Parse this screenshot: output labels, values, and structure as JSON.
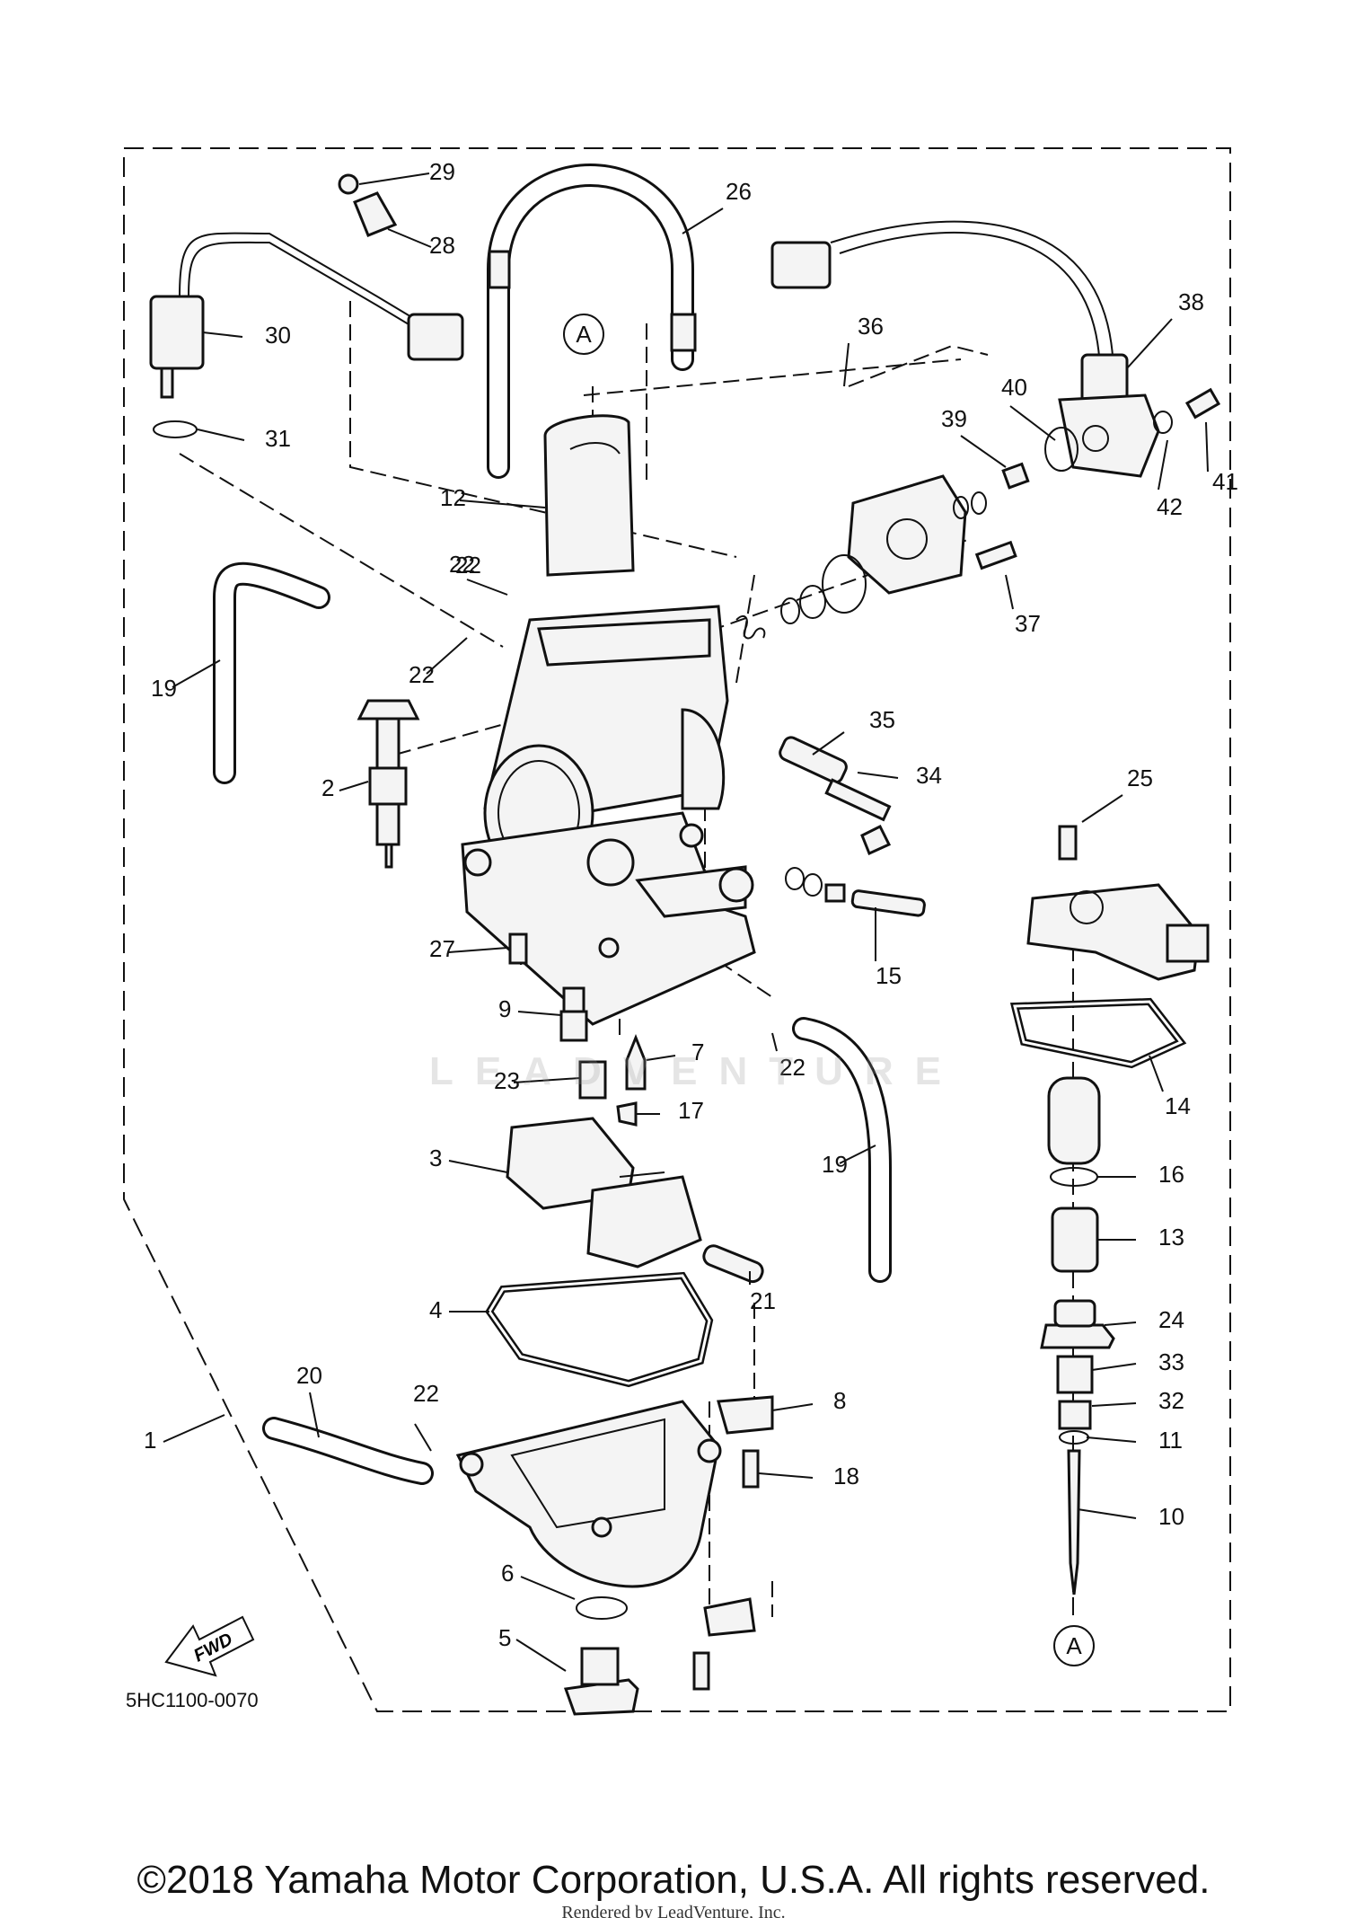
{
  "diagram": {
    "code": "5HC1100-0070",
    "fwd_label": "FWD",
    "ref_marker": "A",
    "watermark": "LEADVENTURE",
    "callouts": [
      "1",
      "2",
      "3",
      "4",
      "5",
      "6",
      "7",
      "8",
      "9",
      "10",
      "11",
      "12",
      "13",
      "14",
      "15",
      "16",
      "17",
      "18",
      "19",
      "20",
      "21",
      "22",
      "23",
      "24",
      "25",
      "26",
      "27",
      "28",
      "29",
      "30",
      "31",
      "32",
      "33",
      "34",
      "35",
      "36",
      "37",
      "38",
      "39",
      "40",
      "41",
      "42"
    ]
  },
  "footer": {
    "copyright": "©2018 Yamaha Motor Corporation, U.S.A. All rights reserved.",
    "render_credit": "Rendered by LeadVenture, Inc."
  }
}
